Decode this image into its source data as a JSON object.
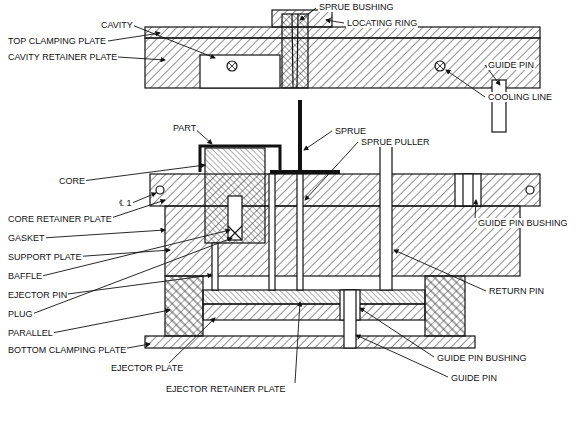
{
  "diagram": {
    "labels": [
      "TOP CLAMPING PLATE",
      "CAVITY",
      "SPRUE BUSHING",
      "LOCATING RING",
      "CAVITY RETAINER PLATE",
      "GUIDE PIN",
      "COOLING LINE",
      "PART",
      "SPRUE",
      "SPRUE PULLER",
      "CORE",
      "℄ 1",
      "CORE RETAINER PLATE",
      "GUIDE PIN BUSHING",
      "GASKET",
      "SUPPORT PLATE",
      "BAFFLE",
      "EJECTOR PIN",
      "RETURN PIN",
      "PLUG",
      "PARALLEL",
      "BOTTOM CLAMPING PLATE",
      "GUIDE PIN BUSHING",
      "EJECTOR PLATE",
      "GUIDE PIN",
      "EJECTOR RETAINER PLATE"
    ]
  }
}
